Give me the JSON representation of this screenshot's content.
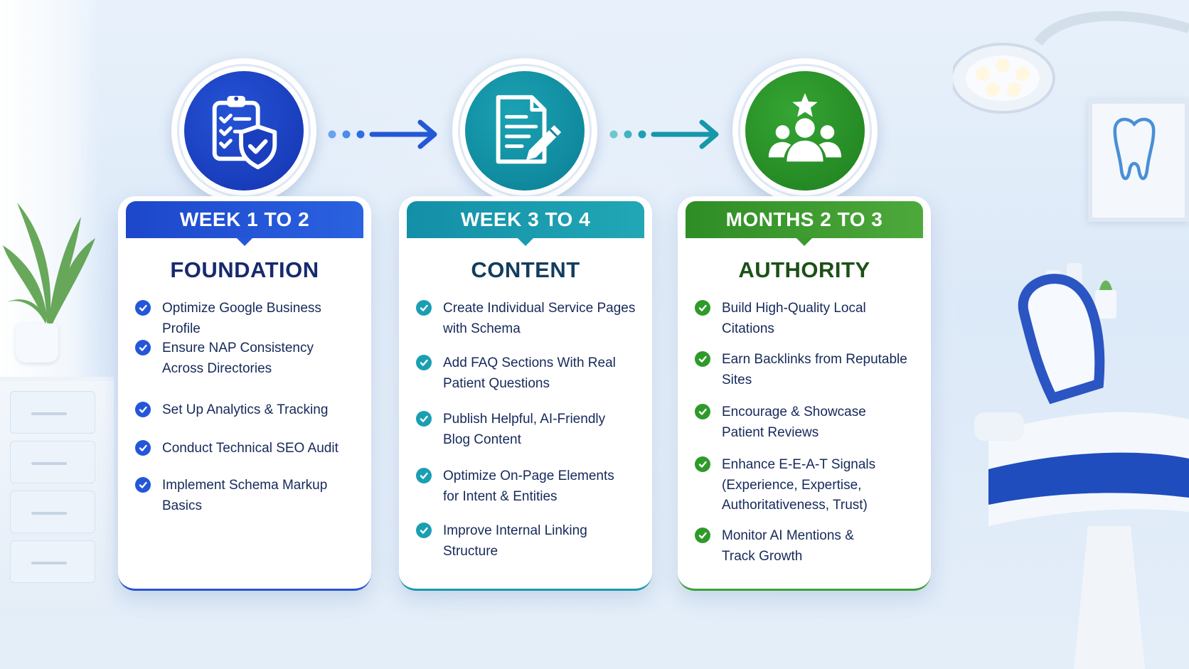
{
  "colors": {
    "foundation": "#1d47cb",
    "content": "#138fa8",
    "authority": "#2e8d25",
    "title_text": "#172a6e"
  },
  "stages": [
    {
      "period": "WEEK 1 TO 2",
      "title": "FOUNDATION",
      "icon": "clipboard-shield-icon",
      "items": [
        "Optimize Google Business Profile",
        "Ensure NAP Consistency Across Directories",
        "Set Up Analytics & Tracking",
        "Conduct Technical SEO Audit",
        "Implement Schema Markup Basics"
      ]
    },
    {
      "period": "WEEK 3 TO 4",
      "title": "CONTENT",
      "icon": "document-pen-icon",
      "items": [
        "Create Individual Service Pages with Schema",
        "Add FAQ Sections With Real Patient Questions",
        "Publish Helpful, AI-Friendly Blog Content",
        "Optimize On-Page Elements for Intent & Entities",
        "Improve Internal Linking Structure"
      ]
    },
    {
      "period": "MONTHS 2 TO 3",
      "title": "AUTHORITY",
      "icon": "group-star-icon",
      "items": [
        "Build High-Quality Local Citations",
        "Earn Backlinks from Reputable Sites",
        "Encourage & Showcase Patient Reviews",
        "Enhance E-E-A-T Signals (Experience, Expertise, Authoritativeness, Trust)",
        "Monitor AI Mentions & Track Growth"
      ]
    }
  ]
}
